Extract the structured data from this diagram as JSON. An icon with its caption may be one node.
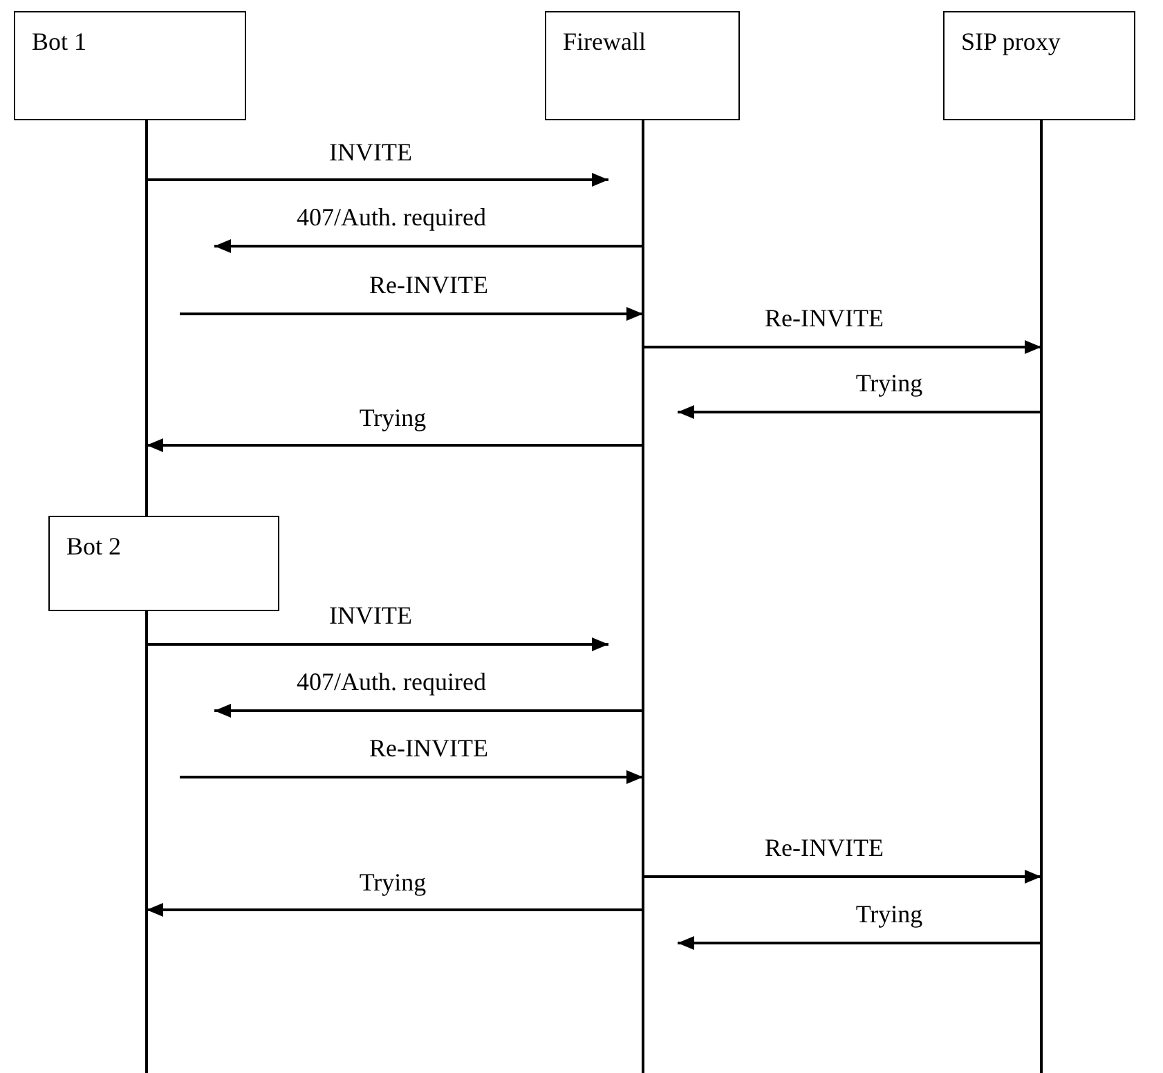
{
  "diagram": {
    "nodes": [
      {
        "text": [
          "Bot 1"
        ]
      },
      {
        "text": [
          "Firewall"
        ]
      },
      {
        "text": [
          "SIP proxy"
        ]
      },
      {
        "text": [
          "Bot 2"
        ]
      }
    ],
    "edges": [
      {
        "from": 0,
        "to": 1,
        "arrow": "to",
        "label": "INVITE"
      },
      {
        "from": 1,
        "to": 0,
        "arrow": "to",
        "label": "407/Auth. required"
      },
      {
        "from": 0,
        "to": 1,
        "arrow": "to",
        "label": "Re-INVITE"
      },
      {
        "from": 1,
        "to": 2,
        "arrow": "to",
        "label": "Re-INVITE"
      },
      {
        "from": 2,
        "to": 1,
        "arrow": "to",
        "label": "Trying"
      },
      {
        "from": 1,
        "to": 0,
        "arrow": "to",
        "label": "Trying"
      },
      {
        "from": 3,
        "to": 1,
        "arrow": "to",
        "label": "INVITE"
      },
      {
        "from": 1,
        "to": 3,
        "arrow": "to",
        "label": "407/Auth. required"
      },
      {
        "from": 3,
        "to": 1,
        "arrow": "to",
        "label": "Re-INVITE"
      },
      {
        "from": 1,
        "to": 2,
        "arrow": "to",
        "label": "Re-INVITE"
      },
      {
        "from": 1,
        "to": 3,
        "arrow": "to",
        "label": "Trying"
      },
      {
        "from": 2,
        "to": 1,
        "arrow": "to",
        "label": "Trying"
      }
    ]
  }
}
